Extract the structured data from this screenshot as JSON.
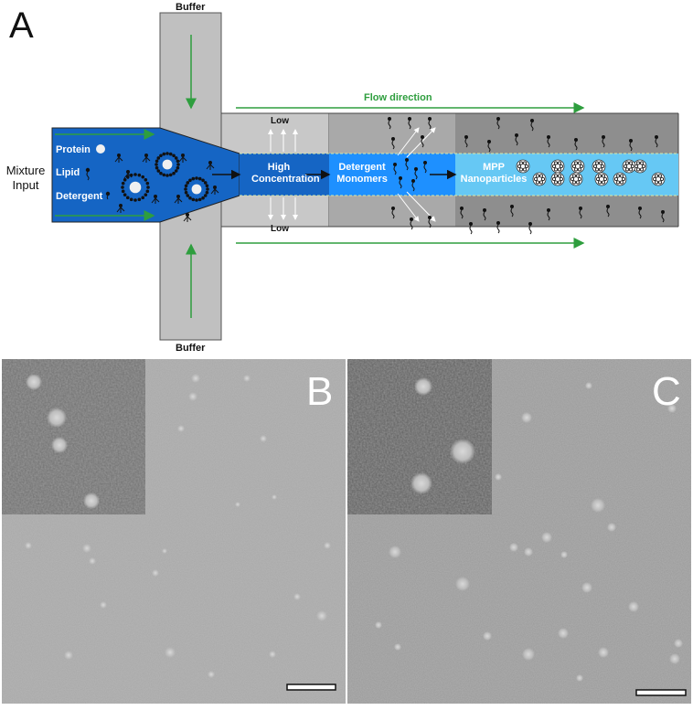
{
  "panels": {
    "a": "A",
    "b": "B",
    "c": "C"
  },
  "schematic": {
    "buffer_top": "Buffer",
    "buffer_bottom": "Buffer",
    "mixture_input": "Mixture Input",
    "flow_direction": "Flow direction",
    "legend": {
      "protein": "Protein",
      "lipid": "Lipid",
      "detergent": "Detergent"
    },
    "low_top": "Low",
    "low_bottom": "Low",
    "stage_high": "High Concentration",
    "stage_detergent": "Detergent Monomers",
    "stage_mpp": "MPP Nanoparticles"
  },
  "colors": {
    "dark_blue": "#1565c4",
    "mid_blue": "#1e90ff",
    "light_blue": "#66c8f4",
    "flow_arrow": "#2e9e3e",
    "channel_gray": "#c0c0c0",
    "mid_gray": "#a9a9a9",
    "dark_gray": "#8e8e8e"
  },
  "micrographs": [
    {
      "panel": "B",
      "icons": "tem-micrograph"
    },
    {
      "panel": "C",
      "icons": "tem-micrograph"
    }
  ]
}
